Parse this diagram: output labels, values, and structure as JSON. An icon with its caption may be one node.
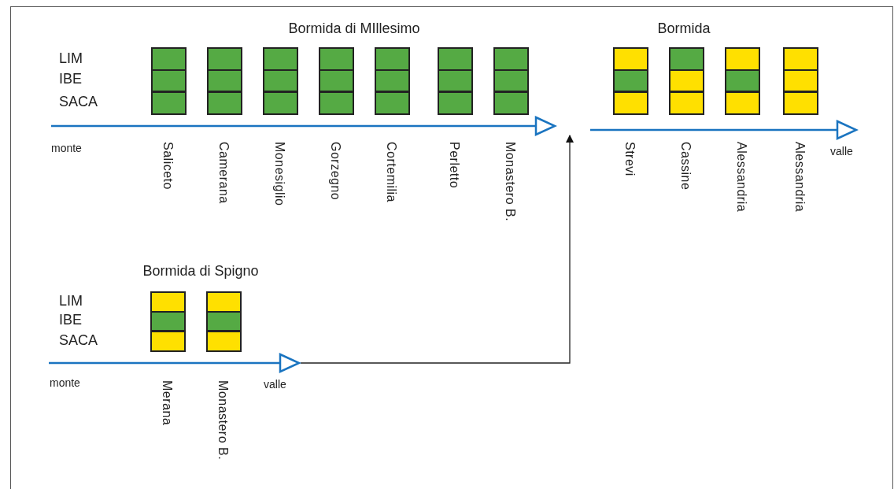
{
  "diagram": {
    "nodes": [
      {
        "text": [
          "Bormida di MIllesimo"
        ]
      },
      {
        "text": [],
        "shape": "box",
        "in": 0,
        "beside": [
          "Saliceto"
        ]
      },
      {
        "text": [],
        "shape": "box",
        "in": 0,
        "beside": [
          "Camerana"
        ]
      },
      {
        "text": [],
        "shape": "box",
        "in": 0,
        "beside": [
          "Monesiglio"
        ]
      },
      {
        "text": [],
        "shape": "box",
        "in": 0,
        "beside": [
          "Gorzegno"
        ]
      },
      {
        "text": [],
        "shape": "box",
        "in": 0,
        "beside": [
          "Cortemilia"
        ]
      },
      {
        "text": [],
        "shape": "box",
        "in": 0,
        "beside": [
          "Perletto"
        ]
      },
      {
        "text": [],
        "shape": "box",
        "in": 0,
        "beside": [
          "Monastero B."
        ]
      },
      {
        "text": [
          "Bormida"
        ]
      },
      {
        "text": [],
        "shape": "box",
        "in": 8,
        "beside": [
          "Strevi"
        ]
      },
      {
        "text": [],
        "shape": "box",
        "in": 8,
        "beside": [
          "Cassine"
        ]
      },
      {
        "text": [],
        "shape": "box",
        "in": 8,
        "beside": [
          "Alessandria"
        ]
      },
      {
        "text": [],
        "shape": "box",
        "in": 8,
        "beside": [
          "Alessandria"
        ]
      },
      {
        "text": [
          "Bormida di Spigno"
        ]
      },
      {
        "text": [],
        "shape": "box",
        "in": 13,
        "beside": [
          "Merana"
        ]
      },
      {
        "text": [],
        "shape": "box",
        "in": 13,
        "beside": [
          "Monastero B."
        ]
      }
    ],
    "edges": [
      {
        "from": 13,
        "to": 0,
        "arrow": "to"
      }
    ],
    "labels": [
      "LIM",
      "IBE",
      "SACA",
      "monte",
      "valle",
      "LIM",
      "IBE",
      "SACA",
      "monte",
      "valle"
    ]
  }
}
